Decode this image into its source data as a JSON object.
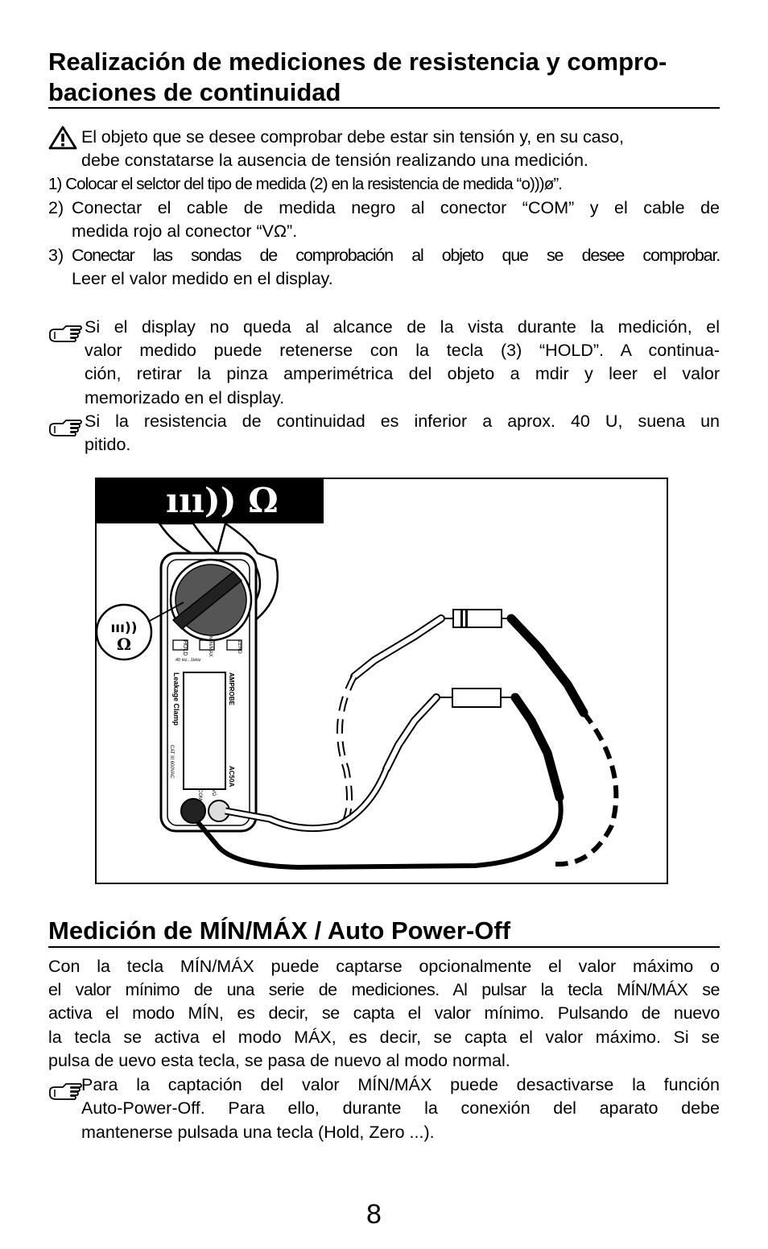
{
  "section1": {
    "title_line1": "Realización de mediciones de resistencia y compro-",
    "title_line2": "baciones de continuidad",
    "warning_line1": "El objeto que se desee comprobar debe estar sin tensión y, en su caso,",
    "warning_line2": "debe constatarse la ausencia de tensión realizando una medición.",
    "step1": "1) Colocar el selctor del tipo de medida (2) en la resistencia de medida “o)))ø”.",
    "step2_num": "2)",
    "step2_line1": "Conectar el cable de medida negro al conector “COM” y el cable de",
    "step2_line2": "medida rojo al conector “VΩ”.",
    "step3_num": "3)",
    "step3_line1": "Conectar las sondas de comprobación al objeto que se desee comprobar.",
    "step3_line2": "Leer el valor medido en el display.",
    "note1_line1": "Si el display no queda al alcance de la vista durante la medición, el",
    "note1_line2": "valor medido puede retenerse con la tecla (3) “HOLD”. A continua-",
    "note1_line3": "ción, retirar la pinza amperimétrica del objeto a mdir y leer el valor",
    "note1_line4": "memorizado en el display.",
    "note2_line1": "Si la resistencia de continuidad es inferior a aprox. 40 U, suena un",
    "note2_line2": "pitido."
  },
  "figure": {
    "tab_symbol": "ııı)) Ω",
    "callout_symbol_top": "ııı))",
    "callout_symbol_bottom": "Ω",
    "device_brand": "AMPROBE",
    "device_model": "AC50A",
    "device_name": "Leakage Clamp",
    "key_hold": "HOLD",
    "key_minmax": "MIN/MAX",
    "key_zero": "ZERO",
    "jack_com": "COM",
    "jack_v": "VΩ",
    "cat_label": "CAT III 600VAC",
    "freq_label": "40 Hz...1kHz"
  },
  "section2": {
    "title": "Medición de MÍN/MÁX / Auto Power-Off",
    "para_line1": "Con la tecla MÍN/MÁX puede captarse opcionalmente el valor máximo o",
    "para_line2": "el valor mínimo de una serie de mediciones. Al pulsar la tecla MÍN/MÁX se",
    "para_line3": "activa el modo MÍN, es decir, se capta el valor mínimo. Pulsando de nuevo",
    "para_line4": "la tecla se activa el modo MÁX, es decir, se capta el valor máximo. Si se",
    "para_line5": "pulsa de uevo esta tecla, se pasa de nuevo al modo normal.",
    "note_line1": "Para la captación del valor MÍN/MÁX puede desactivarse la función",
    "note_line2": "Auto-Power-Off. Para ello, durante la conexión del aparato debe",
    "note_line3": "mantenerse pulsada una tecla (Hold, Zero ...)."
  },
  "page_number": "8"
}
